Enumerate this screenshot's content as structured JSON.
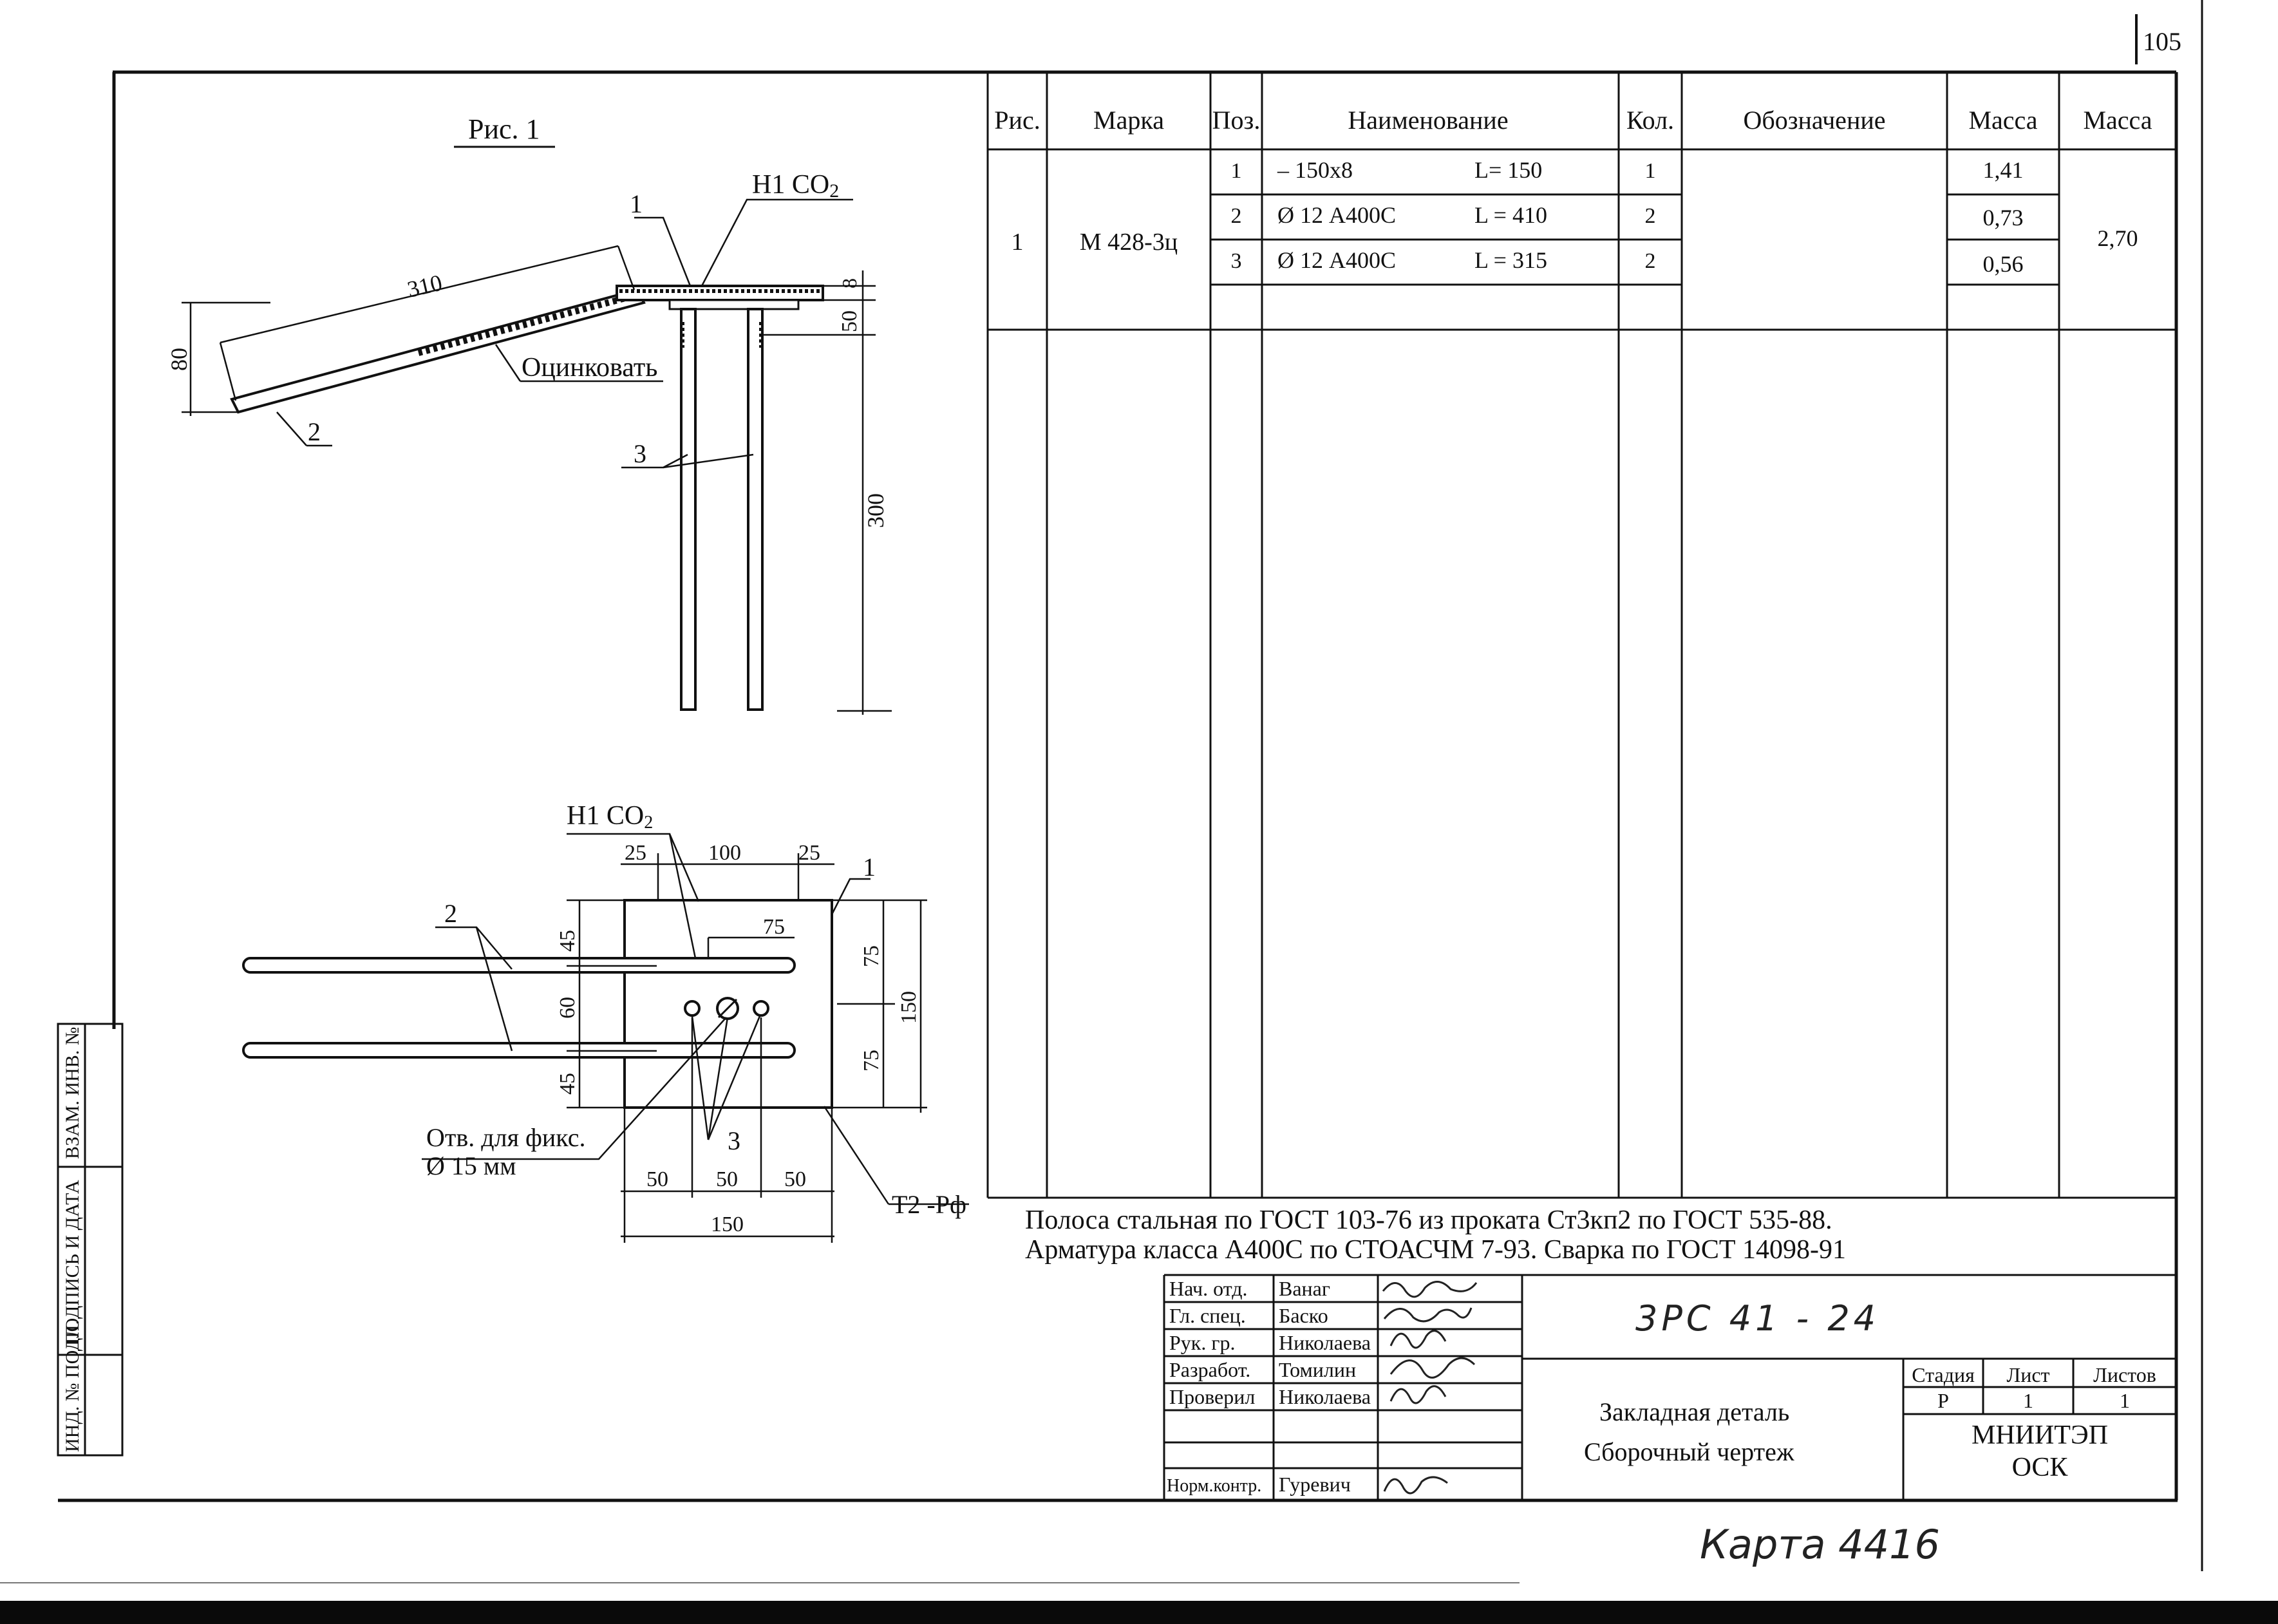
{
  "page_number": "105",
  "figure_label": "Рис. 1",
  "drawing": {
    "weld_label_top": "Н1 СО",
    "weld_label_sub": "2",
    "galvanize_label": "Оцинковать",
    "pos_1": "1",
    "pos_2": "2",
    "pos_3": "3",
    "dim_310": "310",
    "dim_80": "80",
    "dim_8": "8",
    "dim_50": "50",
    "dim_300": "300",
    "plan": {
      "weld_label": "Н1 СО",
      "weld_sub": "2",
      "dim_25a": "25",
      "dim_100": "100",
      "dim_25b": "25",
      "dim_75_inner": "75",
      "dim_45a": "45",
      "dim_60": "60",
      "dim_45b": "45",
      "dim_75a": "75",
      "dim_75b": "75",
      "dim_150_v": "150",
      "dim_50a": "50",
      "dim_50b": "50",
      "dim_50c": "50",
      "dim_150_h": "150",
      "hole_label_1": "Отв. для фикс.",
      "hole_label_2": "Ø 15 мм",
      "weld_t2": "Т2 -Рф",
      "pos_1": "1",
      "pos_2": "2",
      "pos_3": "3"
    }
  },
  "spec_table": {
    "headers": [
      "Рис.",
      "Марка",
      "Поз.",
      "Наименование",
      "Кол.",
      "Обозначение",
      "Масса",
      "Масса"
    ],
    "fig": "1",
    "mark": "М 428-3ц",
    "total_mass": "2,70",
    "rows": [
      {
        "pos": "1",
        "name": "– 150х8",
        "length": "L= 150",
        "qty": "1",
        "mass": "1,41"
      },
      {
        "pos": "2",
        "name": "Ø 12 А400С",
        "length": "L = 410",
        "qty": "2",
        "mass": "0,73"
      },
      {
        "pos": "3",
        "name": "Ø 12 А400С",
        "length": "L = 315",
        "qty": "2",
        "mass": "0,56"
      }
    ]
  },
  "notes": {
    "line1": "Полоса стальная по ГОСТ 103-76  из проката Ст3кп2 по ГОСТ 535-88.",
    "line2": "Арматура класса А400С  по СТОАСЧМ 7-93.  Сварка по ГОСТ 14098-91"
  },
  "side_stamp": {
    "vzam": "ВЗАМ. ИНВ. №",
    "podpis": "ПОДПИСЬ И ДАТА",
    "inv": "ИНД. № ПОДЛ."
  },
  "title_block": {
    "roles": [
      {
        "role": "Нач. отд.",
        "name": "Ванаг"
      },
      {
        "role": "Гл. спец.",
        "name": "Баско"
      },
      {
        "role": "Рук. гр.",
        "name": "Николаева"
      },
      {
        "role": "Разработ.",
        "name": "Томилин"
      },
      {
        "role": "Проверил",
        "name": "Николаева"
      },
      {
        "role": "",
        "name": ""
      },
      {
        "role": "",
        "name": ""
      },
      {
        "role": "Норм.контр.",
        "name": "Гуревич"
      }
    ],
    "code": "3РС 41 - 24",
    "title_1": "Закладная деталь",
    "title_2": "Сборочный   чертеж",
    "stage_h": "Стадия",
    "sheet_h": "Лист",
    "sheets_h": "Листов",
    "stage": "Р",
    "sheet": "1",
    "sheets": "1",
    "org_1": "МНИИТЭП",
    "org_2": "ОСК"
  },
  "handwritten_note": "Карта 4416"
}
